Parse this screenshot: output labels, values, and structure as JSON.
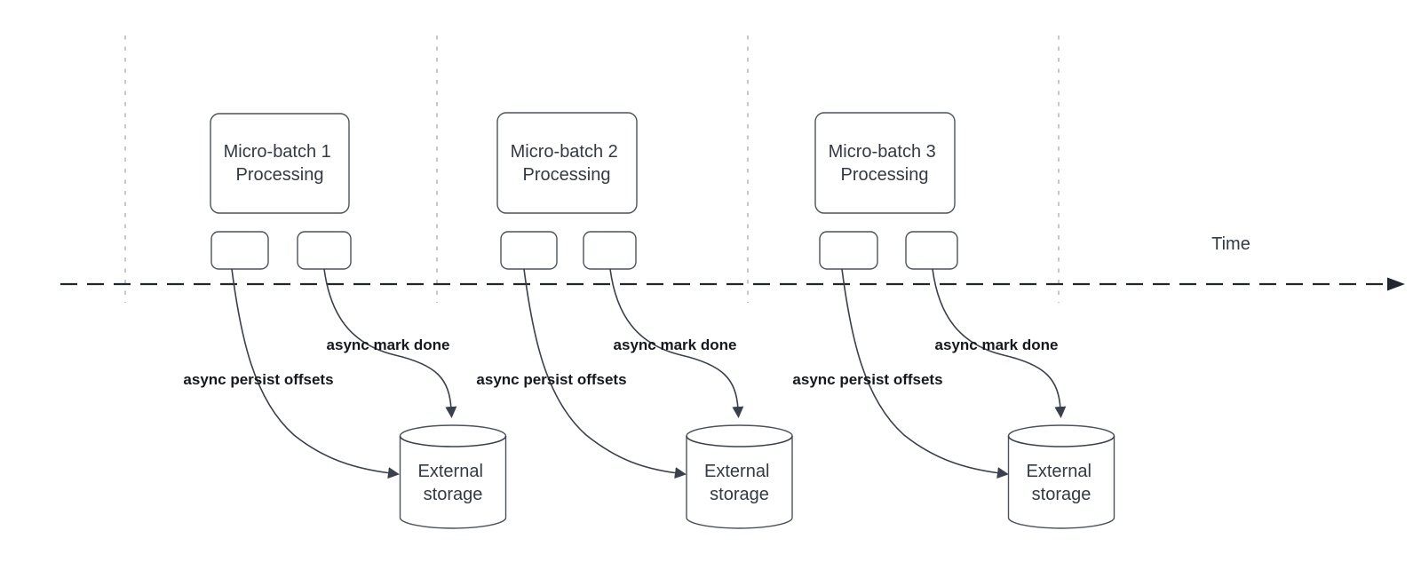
{
  "time_axis": {
    "label": "Time"
  },
  "groups": [
    {
      "box_line1": "Micro-batch 1",
      "box_line2": "Processing",
      "persist_arrow_label": "async persist offsets",
      "done_arrow_label": "async mark done",
      "storage_line1": "External",
      "storage_line2": "storage"
    },
    {
      "box_line1": "Micro-batch 2",
      "box_line2": "Processing",
      "persist_arrow_label": "async persist offsets",
      "done_arrow_label": "async mark done",
      "storage_line1": "External",
      "storage_line2": "storage"
    },
    {
      "box_line1": "Micro-batch 3",
      "box_line2": "Processing",
      "persist_arrow_label": "async persist offsets",
      "done_arrow_label": "async mark done",
      "storage_line1": "External",
      "storage_line2": "storage"
    }
  ],
  "colors": {
    "background": "#ffffff",
    "shape_stroke": "#4b525c",
    "curve_stroke": "#3a414c",
    "axis_stroke": "#22262d",
    "divider_stroke": "#b2b5bb",
    "shape_text": "#333a45",
    "label_text": "#15181e"
  }
}
